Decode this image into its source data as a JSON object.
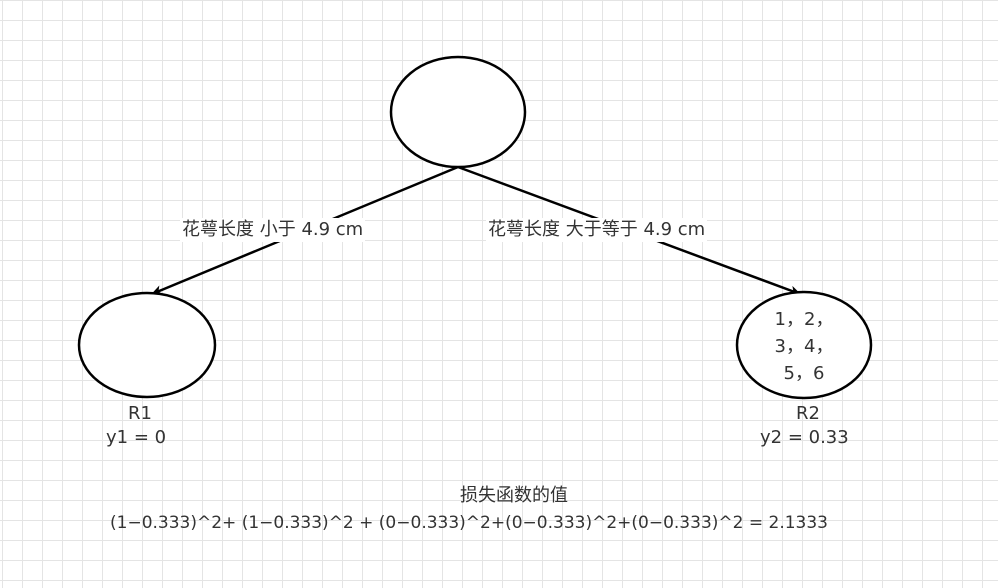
{
  "edges": {
    "left_label": "花萼长度 小于 4.9 cm",
    "right_label": "花萼长度 大于等于 4.9 cm"
  },
  "nodes": {
    "right_contents": [
      "1，2，",
      "3，4，",
      "5，6"
    ]
  },
  "leaves": {
    "left": {
      "region": "R1",
      "value": "y1 = 0"
    },
    "right": {
      "region": "R2",
      "value": "y2 = 0.33"
    }
  },
  "loss": {
    "title": "损失函数的值",
    "formula": "(1−0.333)^2+ (1−0.333)^2 + (0−0.333)^2+(0−0.333)^2+(0−0.333)^2 = 2.1333"
  },
  "colors": {
    "stroke": "#000000",
    "text": "#333333",
    "grid": "#e4e4e4"
  }
}
